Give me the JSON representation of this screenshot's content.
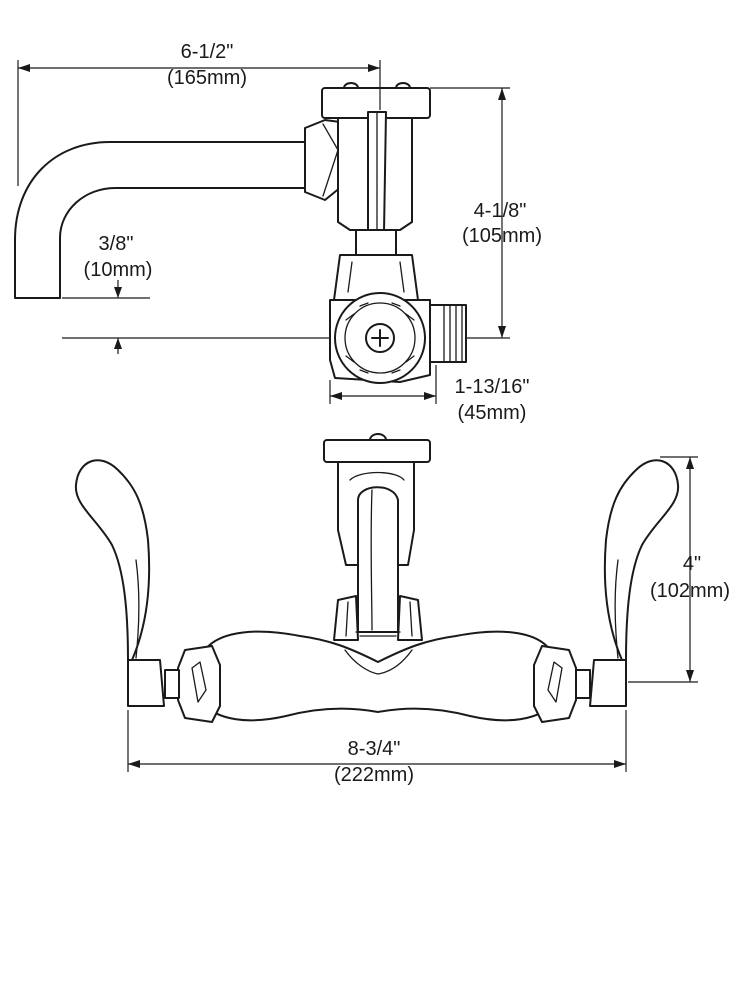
{
  "dimensions": {
    "width_label": "6-1/2\"",
    "width_metric": "(165mm)",
    "height_label": "4-1/8\"",
    "height_metric": "(105mm)",
    "offset_label": "3/8\"",
    "offset_metric": "(10mm)",
    "body_label": "1-13/16\"",
    "body_metric": "(45mm)",
    "handle_label": "4\"",
    "handle_metric": "(102mm)",
    "overall_label": "8-3/4\"",
    "overall_metric": "(222mm)"
  },
  "colors": {
    "line": "#1a1a1a",
    "background": "#ffffff"
  }
}
